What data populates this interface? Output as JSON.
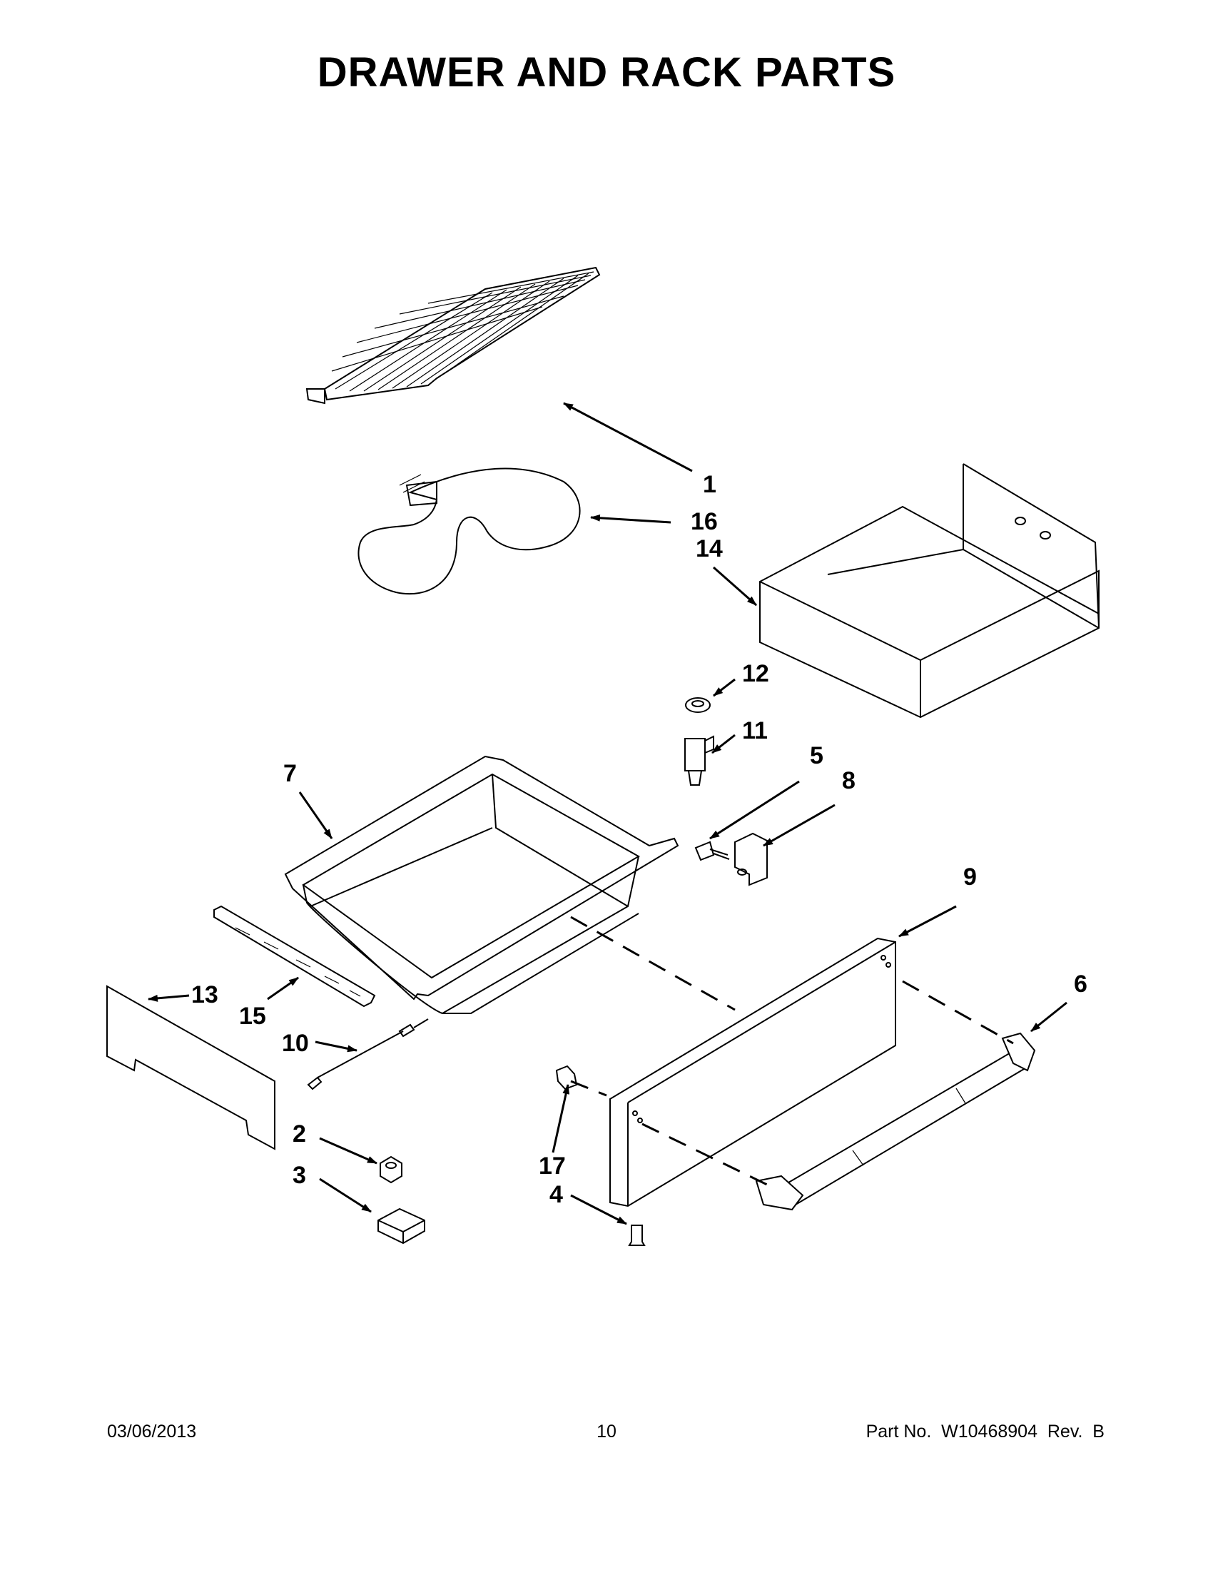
{
  "title": "DRAWER AND RACK PARTS",
  "footer": {
    "date": "03/06/2013",
    "page_number": "10",
    "part_number": "Part No.  W10468904  Rev.  B"
  },
  "callouts": [
    {
      "id": "1",
      "label": "1"
    },
    {
      "id": "2",
      "label": "2"
    },
    {
      "id": "3",
      "label": "3"
    },
    {
      "id": "4",
      "label": "4"
    },
    {
      "id": "5",
      "label": "5"
    },
    {
      "id": "6",
      "label": "6"
    },
    {
      "id": "7",
      "label": "7"
    },
    {
      "id": "8",
      "label": "8"
    },
    {
      "id": "9",
      "label": "9"
    },
    {
      "id": "10",
      "label": "10"
    },
    {
      "id": "11",
      "label": "11"
    },
    {
      "id": "12",
      "label": "12"
    },
    {
      "id": "13",
      "label": "13"
    },
    {
      "id": "14",
      "label": "14"
    },
    {
      "id": "15",
      "label": "15"
    },
    {
      "id": "16",
      "label": "16"
    },
    {
      "id": "17",
      "label": "17"
    }
  ]
}
